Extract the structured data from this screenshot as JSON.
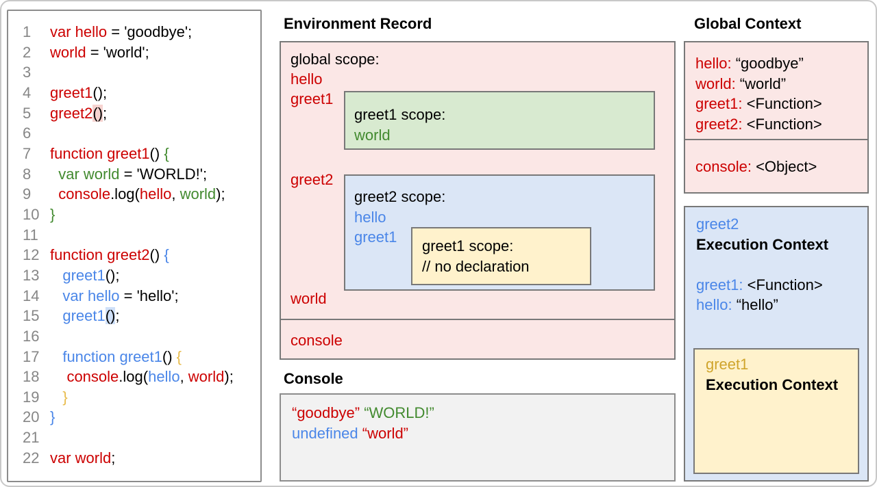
{
  "palette": {
    "red": "#cc0000",
    "blue": "#4a86e8",
    "green": "#428a2f",
    "gold": "#cfa42b",
    "amber": "#e8bb4a",
    "black": "#000000",
    "line_number_gray": "#868686",
    "pink_bg": "#fbe7e6",
    "green_bg": "#d8ead0",
    "blue_bg": "#dbe6f6",
    "yellow_bg": "#fff2cc",
    "console_bg": "#f2f2f2",
    "border_gray": "#787878",
    "code_border": "#8c8c8c",
    "hl_pink": "#f6d3d0",
    "hl_blue": "#cfe0f8"
  },
  "code_panel": {
    "lines": [
      {
        "num": "1",
        "segments": [
          {
            "text": "var hello",
            "color": "red"
          },
          {
            "text": " = 'goodbye';",
            "color": "black"
          }
        ]
      },
      {
        "num": "2",
        "segments": [
          {
            "text": "world",
            "color": "red"
          },
          {
            "text": " = 'world';",
            "color": "black"
          }
        ]
      },
      {
        "num": "3",
        "segments": []
      },
      {
        "num": "4",
        "segments": [
          {
            "text": "greet1",
            "color": "red"
          },
          {
            "text": "();",
            "color": "black"
          }
        ]
      },
      {
        "num": "5",
        "segments": [
          {
            "text": "greet2",
            "color": "red"
          },
          {
            "text": "()",
            "color": "black",
            "bg": "hl_pink"
          },
          {
            "text": ";",
            "color": "black"
          }
        ]
      },
      {
        "num": "6",
        "segments": []
      },
      {
        "num": "7",
        "segments": [
          {
            "text": "function greet1",
            "color": "red"
          },
          {
            "text": "() ",
            "color": "black"
          },
          {
            "text": "{",
            "color": "green"
          }
        ]
      },
      {
        "num": "8",
        "segments": [
          {
            "text": "  var world",
            "color": "green"
          },
          {
            "text": " = 'WORLD!';",
            "color": "black"
          }
        ]
      },
      {
        "num": "9",
        "segments": [
          {
            "text": "  console",
            "color": "red"
          },
          {
            "text": ".log(",
            "color": "black"
          },
          {
            "text": "hello",
            "color": "red"
          },
          {
            "text": ", ",
            "color": "black"
          },
          {
            "text": "world",
            "color": "green"
          },
          {
            "text": ");",
            "color": "black"
          }
        ]
      },
      {
        "num": "10",
        "segments": [
          {
            "text": "}",
            "color": "green"
          }
        ]
      },
      {
        "num": "11",
        "segments": []
      },
      {
        "num": "12",
        "segments": [
          {
            "text": "function greet2",
            "color": "red"
          },
          {
            "text": "() ",
            "color": "black"
          },
          {
            "text": "{",
            "color": "blue"
          }
        ]
      },
      {
        "num": "13",
        "segments": [
          {
            "text": "   greet1",
            "color": "blue"
          },
          {
            "text": "();",
            "color": "black"
          }
        ]
      },
      {
        "num": "14",
        "segments": [
          {
            "text": "   var hello",
            "color": "blue"
          },
          {
            "text": " = 'hello';",
            "color": "black"
          }
        ]
      },
      {
        "num": "15",
        "segments": [
          {
            "text": "   greet1",
            "color": "blue"
          },
          {
            "text": "()",
            "color": "black",
            "bg": "hl_blue"
          },
          {
            "text": ";",
            "color": "black"
          }
        ]
      },
      {
        "num": "16",
        "segments": []
      },
      {
        "num": "17",
        "segments": [
          {
            "text": "   function greet1",
            "color": "blue"
          },
          {
            "text": "() ",
            "color": "black"
          },
          {
            "text": "{",
            "color": "amber"
          }
        ]
      },
      {
        "num": "18",
        "segments": [
          {
            "text": "    console",
            "color": "red"
          },
          {
            "text": ".log(",
            "color": "black"
          },
          {
            "text": "hello",
            "color": "blue"
          },
          {
            "text": ", ",
            "color": "black"
          },
          {
            "text": "world",
            "color": "red"
          },
          {
            "text": ");",
            "color": "black"
          }
        ]
      },
      {
        "num": "19",
        "segments": [
          {
            "text": "   }",
            "color": "amber"
          }
        ]
      },
      {
        "num": "20",
        "segments": [
          {
            "text": "}",
            "color": "blue"
          }
        ]
      },
      {
        "num": "21",
        "segments": []
      },
      {
        "num": "22",
        "segments": [
          {
            "text": "var world",
            "color": "red"
          },
          {
            "text": ";",
            "color": "black"
          }
        ]
      }
    ]
  },
  "environment_record": {
    "title": "Environment Record",
    "global_label": "global scope:",
    "var_hello": "hello",
    "var_greet1": "greet1",
    "var_greet2": "greet2",
    "var_world": "world",
    "console_label": "console",
    "greet1_scope": {
      "label": "greet1 scope:",
      "var_world": "world"
    },
    "greet2_scope": {
      "label": "greet2 scope:",
      "var_hello": "hello",
      "var_greet1": "greet1",
      "greet1_scope": {
        "label": "greet1 scope:",
        "comment": "// no declaration"
      }
    }
  },
  "console_panel": {
    "title": "Console",
    "lines": [
      {
        "segments": [
          {
            "text": "“goodbye”",
            "color": "red"
          },
          {
            "text": " ",
            "color": "black"
          },
          {
            "text": "“WORLD!”",
            "color": "green"
          }
        ]
      },
      {
        "segments": [
          {
            "text": "undefined",
            "color": "blue"
          },
          {
            "text": " ",
            "color": "black"
          },
          {
            "text": "“world”",
            "color": "red"
          }
        ]
      }
    ]
  },
  "global_context": {
    "title": "Global Context",
    "name_color": "red",
    "bindings": [
      {
        "name": "hello:",
        "value": " “goodbye”"
      },
      {
        "name": "world:",
        "value": " “world”"
      },
      {
        "name": "greet1:",
        "value": " <Function>"
      },
      {
        "name": "greet2:",
        "value": " <Function>"
      }
    ],
    "console_binding": [
      {
        "name": "console:",
        "value": " <Object>"
      }
    ]
  },
  "greet2_context": {
    "name": "greet2",
    "title": "Execution Context",
    "name_color": "blue",
    "bindings": [
      {
        "name": "greet1:",
        "value": " <Function>"
      },
      {
        "name": "hello:",
        "value": " “hello”"
      }
    ],
    "greet1_context": {
      "name": "greet1",
      "title": "Execution Context"
    }
  }
}
